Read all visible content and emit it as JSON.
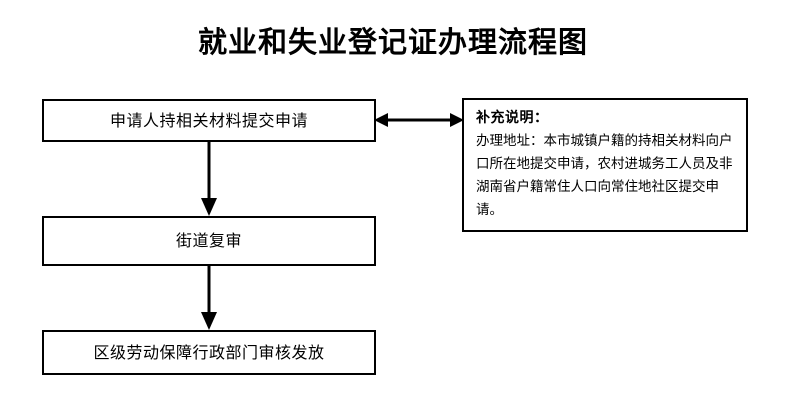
{
  "page": {
    "title": "就业和失业登记证办理流程图",
    "background_color": "#ffffff",
    "line_color": "#000000"
  },
  "flowchart": {
    "type": "flowchart",
    "orientation": "vertical",
    "nodes": [
      {
        "id": "apply",
        "label": "申请人持相关材料提交申请",
        "shape": "rectangle",
        "step": 1
      },
      {
        "id": "review",
        "label": "街道复审",
        "shape": "rectangle",
        "step": 2
      },
      {
        "id": "issue",
        "label": "区级劳动保障行政部门审核发放",
        "shape": "rectangle",
        "step": 3
      }
    ],
    "note": {
      "id": "note",
      "heading": "补充说明：",
      "body": "办理地址：本市城镇户籍的持相关材料向户口所在地提交申请，农村进城务工人员及非湖南省户籍常住人口向常住地社区提交申请。",
      "shape": "rectangle"
    },
    "edges": [
      {
        "id": "apply-to-review",
        "from": "apply",
        "to": "review",
        "direction": "down",
        "arrow": "single"
      },
      {
        "id": "review-to-issue",
        "from": "review",
        "to": "issue",
        "direction": "down",
        "arrow": "single"
      },
      {
        "id": "apply-to-note",
        "from": "apply",
        "to": "note",
        "direction": "horizontal",
        "arrow": "double"
      }
    ]
  }
}
